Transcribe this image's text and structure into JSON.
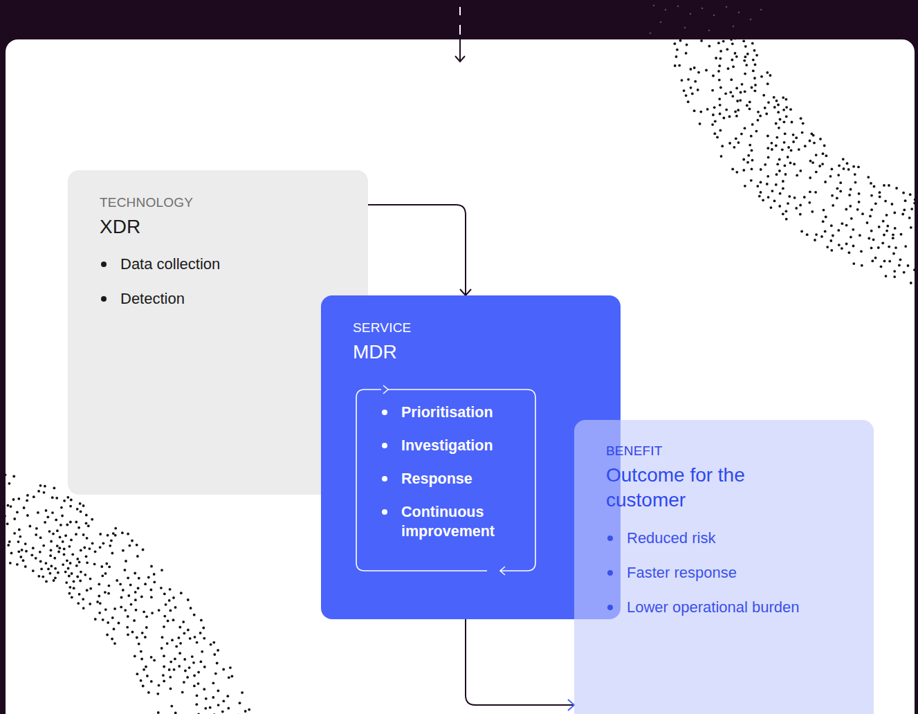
{
  "diagram": {
    "nodes": [
      {
        "text": [
          "TECHNOLOGY",
          "XDR",
          "Data collection",
          "Detection"
        ]
      },
      {
        "text": [
          "SERVICE",
          "MDR"
        ]
      },
      {
        "text": [
          "Prioritisation",
          "Investigation",
          "Response",
          "Continuous improvement"
        ],
        "in": 1
      },
      {
        "text": [
          "BENEFIT",
          "Outcome for the customer",
          "Reduced risk",
          "Faster response",
          "Lower operational burden"
        ]
      }
    ],
    "edges": [
      {
        "from": 0,
        "to": 1,
        "arrow": "to"
      },
      {
        "from": 1,
        "to": 3,
        "arrow": "to"
      }
    ]
  }
}
